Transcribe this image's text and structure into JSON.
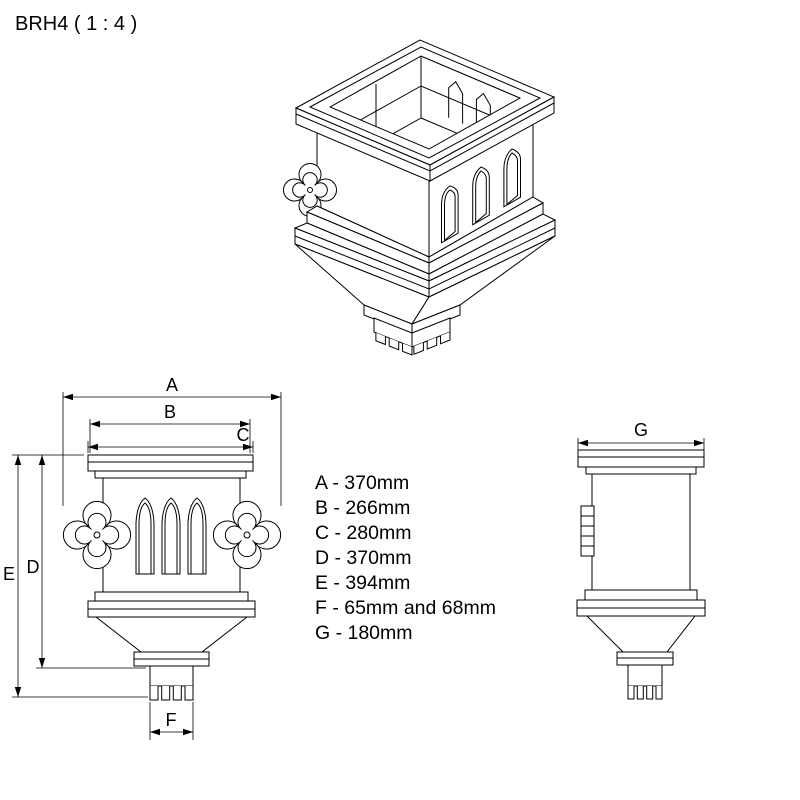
{
  "title": "BRH4 ( 1 : 4 )",
  "labels": {
    "a": "A",
    "b": "B",
    "c": "C",
    "d": "D",
    "e": "E",
    "f": "F",
    "g": "G"
  },
  "dim_list": [
    "A - 370mm",
    "B - 266mm",
    "C - 280mm",
    "D - 370mm",
    "E - 394mm",
    "F - 65mm and 68mm",
    "G - 180mm"
  ]
}
